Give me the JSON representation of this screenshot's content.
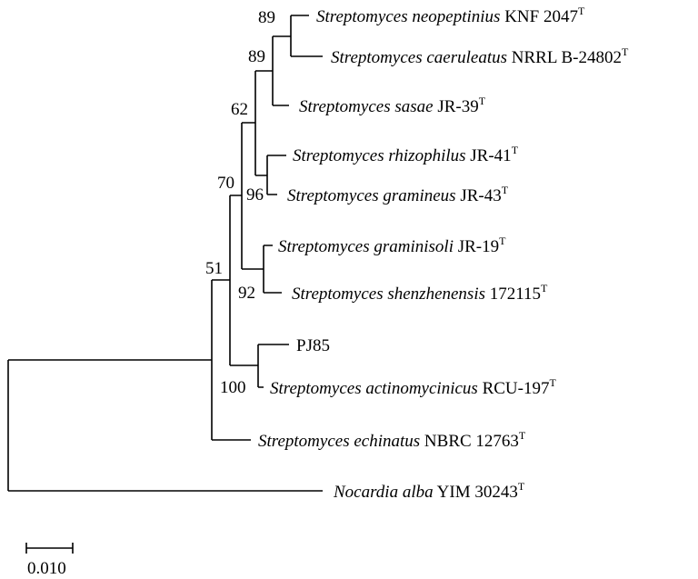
{
  "tree": {
    "taxa": [
      {
        "species": "Streptomyces neopeptinius",
        "strain": "KNF 2047",
        "sup": "T"
      },
      {
        "species": "Streptomyces caeruleatus",
        "strain": "NRRL B-24802",
        "sup": "T"
      },
      {
        "species": "Streptomyces sasae",
        "strain": "JR-39",
        "sup": "T"
      },
      {
        "species": "Streptomyces rhizophilus",
        "strain": "JR-41",
        "sup": "T"
      },
      {
        "species": "Streptomyces gramineus",
        "strain": "JR-43",
        "sup": "T"
      },
      {
        "species": "Streptomyces graminisoli",
        "strain": "JR-19",
        "sup": "T"
      },
      {
        "species": "Streptomyces shenzhenensis",
        "strain": "172115",
        "sup": "T"
      },
      {
        "label": "PJ85"
      },
      {
        "species": "Streptomyces actinomycinicus",
        "strain": "RCU-197",
        "sup": "T"
      },
      {
        "species": "Streptomyces echinatus",
        "strain": "NBRC 12763",
        "sup": "T"
      },
      {
        "species": "Nocardia alba",
        "strain": "YIM 30243",
        "sup": "T"
      }
    ],
    "bootstrap": [
      "89",
      "89",
      "62",
      "96",
      "70",
      "92",
      "51",
      "100"
    ],
    "scale_bar_label": "0.010"
  }
}
